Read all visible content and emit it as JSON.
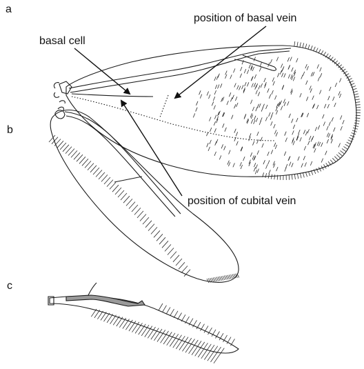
{
  "panels": {
    "a": "a",
    "b": "b",
    "c": "c"
  },
  "annotations": {
    "basal_cell": "basal cell",
    "basal_vein": "position of basal vein",
    "cubital_vein": "position of cubital vein"
  },
  "colors": {
    "ink": "#1a1a1a",
    "vein_fill": "#9a9a9a"
  }
}
